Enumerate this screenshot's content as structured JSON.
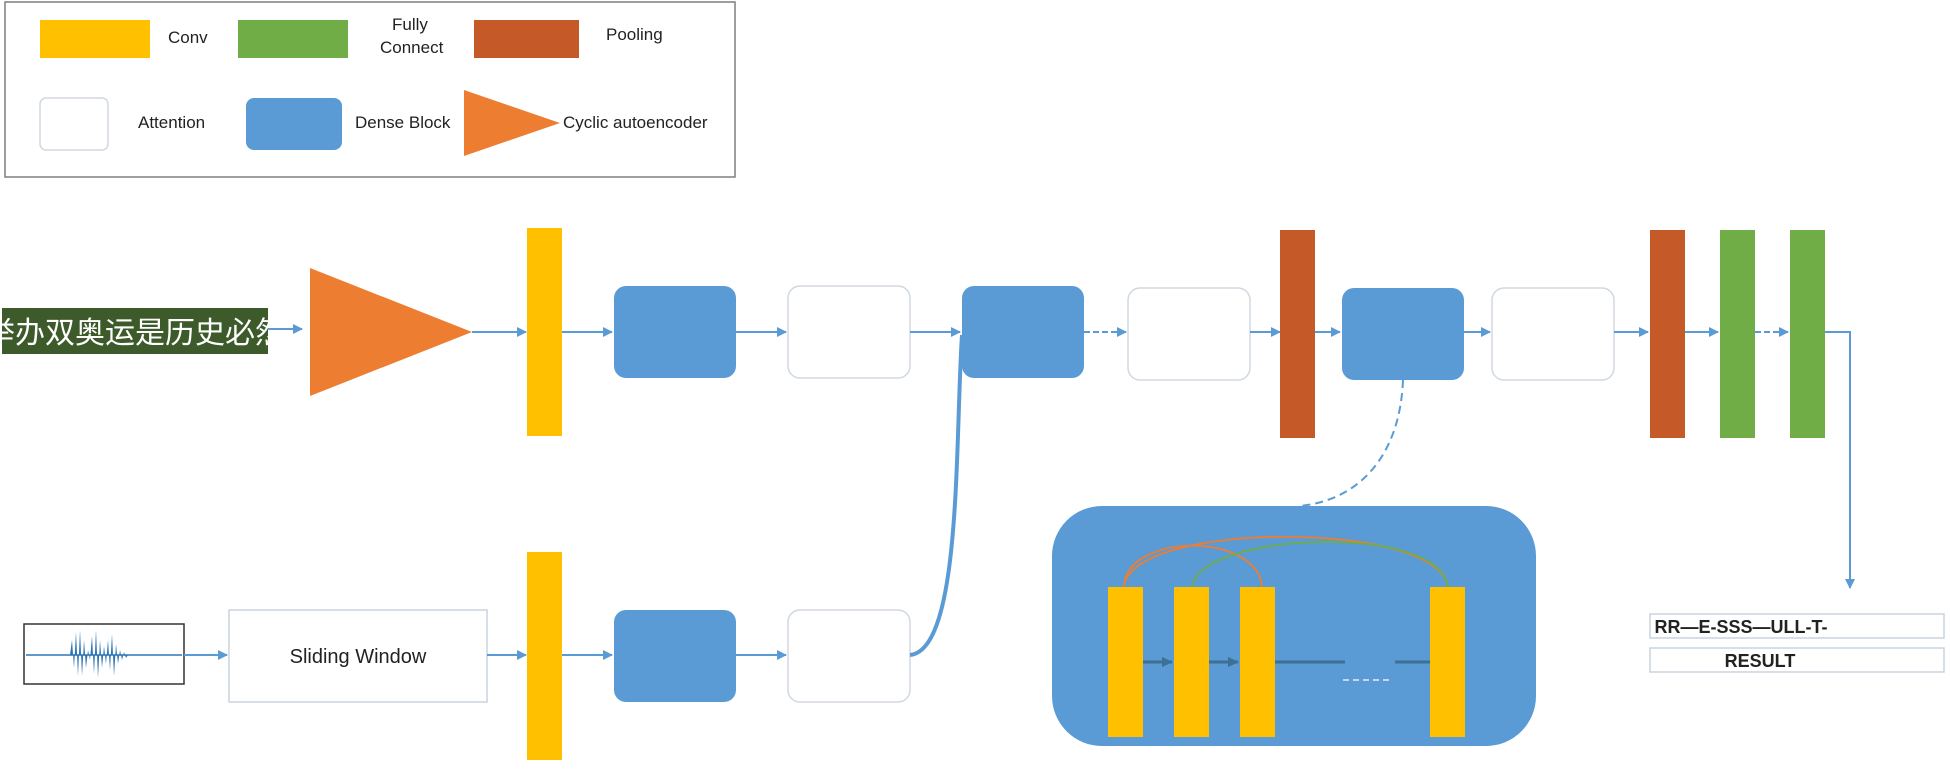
{
  "legend": {
    "conv": "Conv",
    "fully_connect_line1": "Fully",
    "fully_connect_line2": "Connect",
    "pooling": "Pooling",
    "attention": "Attention",
    "dense_block": "Dense Block",
    "cyclic_autoencoder": "Cyclic autoencoder"
  },
  "input_text": "举办双奥运是历史必然",
  "sliding_window": "Sliding Window",
  "result": {
    "sequence": "RR—E-SSS—ULL-T-",
    "label": "RESULT"
  },
  "colors": {
    "conv": "#FFC000",
    "fully_connect": "#70AD47",
    "pooling": "#C55A28",
    "dense_block": "#5B9BD5",
    "cyclic_autoencoder": "#ED7D31",
    "arrow": "#5B9BD5",
    "dense_inner_arrow": "#3E6F94",
    "banner_bg": "#3D5A2A"
  }
}
